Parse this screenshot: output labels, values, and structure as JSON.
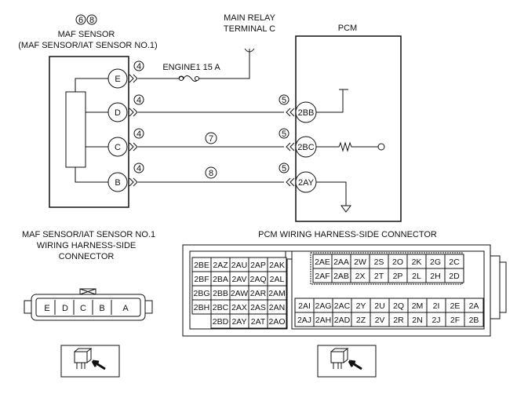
{
  "schematic": {
    "notes_top": [
      "6",
      "8"
    ],
    "maf_title": "MAF SENSOR",
    "maf_subtitle": "(MAF SENSOR/IAT SENSOR NO.1)",
    "relay_line1": "MAIN RELAY",
    "relay_line2": "TERMINAL C",
    "pcm_title": "PCM",
    "fuse_label": "ENGINE1 15 A",
    "maf_pins": [
      "E",
      "D",
      "C",
      "B"
    ],
    "pcm_pins": [
      "2BB",
      "2BC",
      "2AY"
    ],
    "maf_callout": "4",
    "pcm_callout": "5",
    "wire_callouts": [
      "7",
      "8"
    ]
  },
  "maf_connector": {
    "title_lines": [
      "MAF SENSOR/IAT SENSOR NO.1",
      "WIRING HARNESS-SIDE",
      "CONNECTOR"
    ],
    "pins": [
      "E",
      "D",
      "C",
      "B",
      "A"
    ]
  },
  "pcm_connector": {
    "title": "PCM WIRING HARNESS-SIDE CONNECTOR",
    "left_rows": [
      [
        "2BE",
        "2AZ",
        "2AU",
        "2AP",
        "2AK"
      ],
      [
        "2BF",
        "2BA",
        "2AV",
        "2AQ",
        "2AL"
      ],
      [
        "2BG",
        "2BB",
        "2AW",
        "2AR",
        "2AM"
      ],
      [
        "2BH",
        "2BC",
        "2AX",
        "2AS",
        "2AN"
      ],
      [
        "",
        "2BD",
        "2AY",
        "2AT",
        "2AO"
      ]
    ],
    "right_top_rows": [
      [
        "2AE",
        "2AA",
        "2W",
        "2S",
        "2O",
        "2K",
        "2G",
        "2C"
      ],
      [
        "2AF",
        "2AB",
        "2X",
        "2T",
        "2P",
        "2L",
        "2H",
        "2D"
      ]
    ],
    "right_bottom_rows": [
      [
        "2AI",
        "2AG",
        "2AC",
        "2Y",
        "2U",
        "2Q",
        "2M",
        "2I",
        "2E",
        "2A"
      ],
      [
        "2AJ",
        "2AH",
        "2AD",
        "2Z",
        "2V",
        "2R",
        "2N",
        "2J",
        "2F",
        "2B"
      ]
    ]
  },
  "icons": [
    "connector-probe-icon",
    "connector-probe-icon"
  ]
}
